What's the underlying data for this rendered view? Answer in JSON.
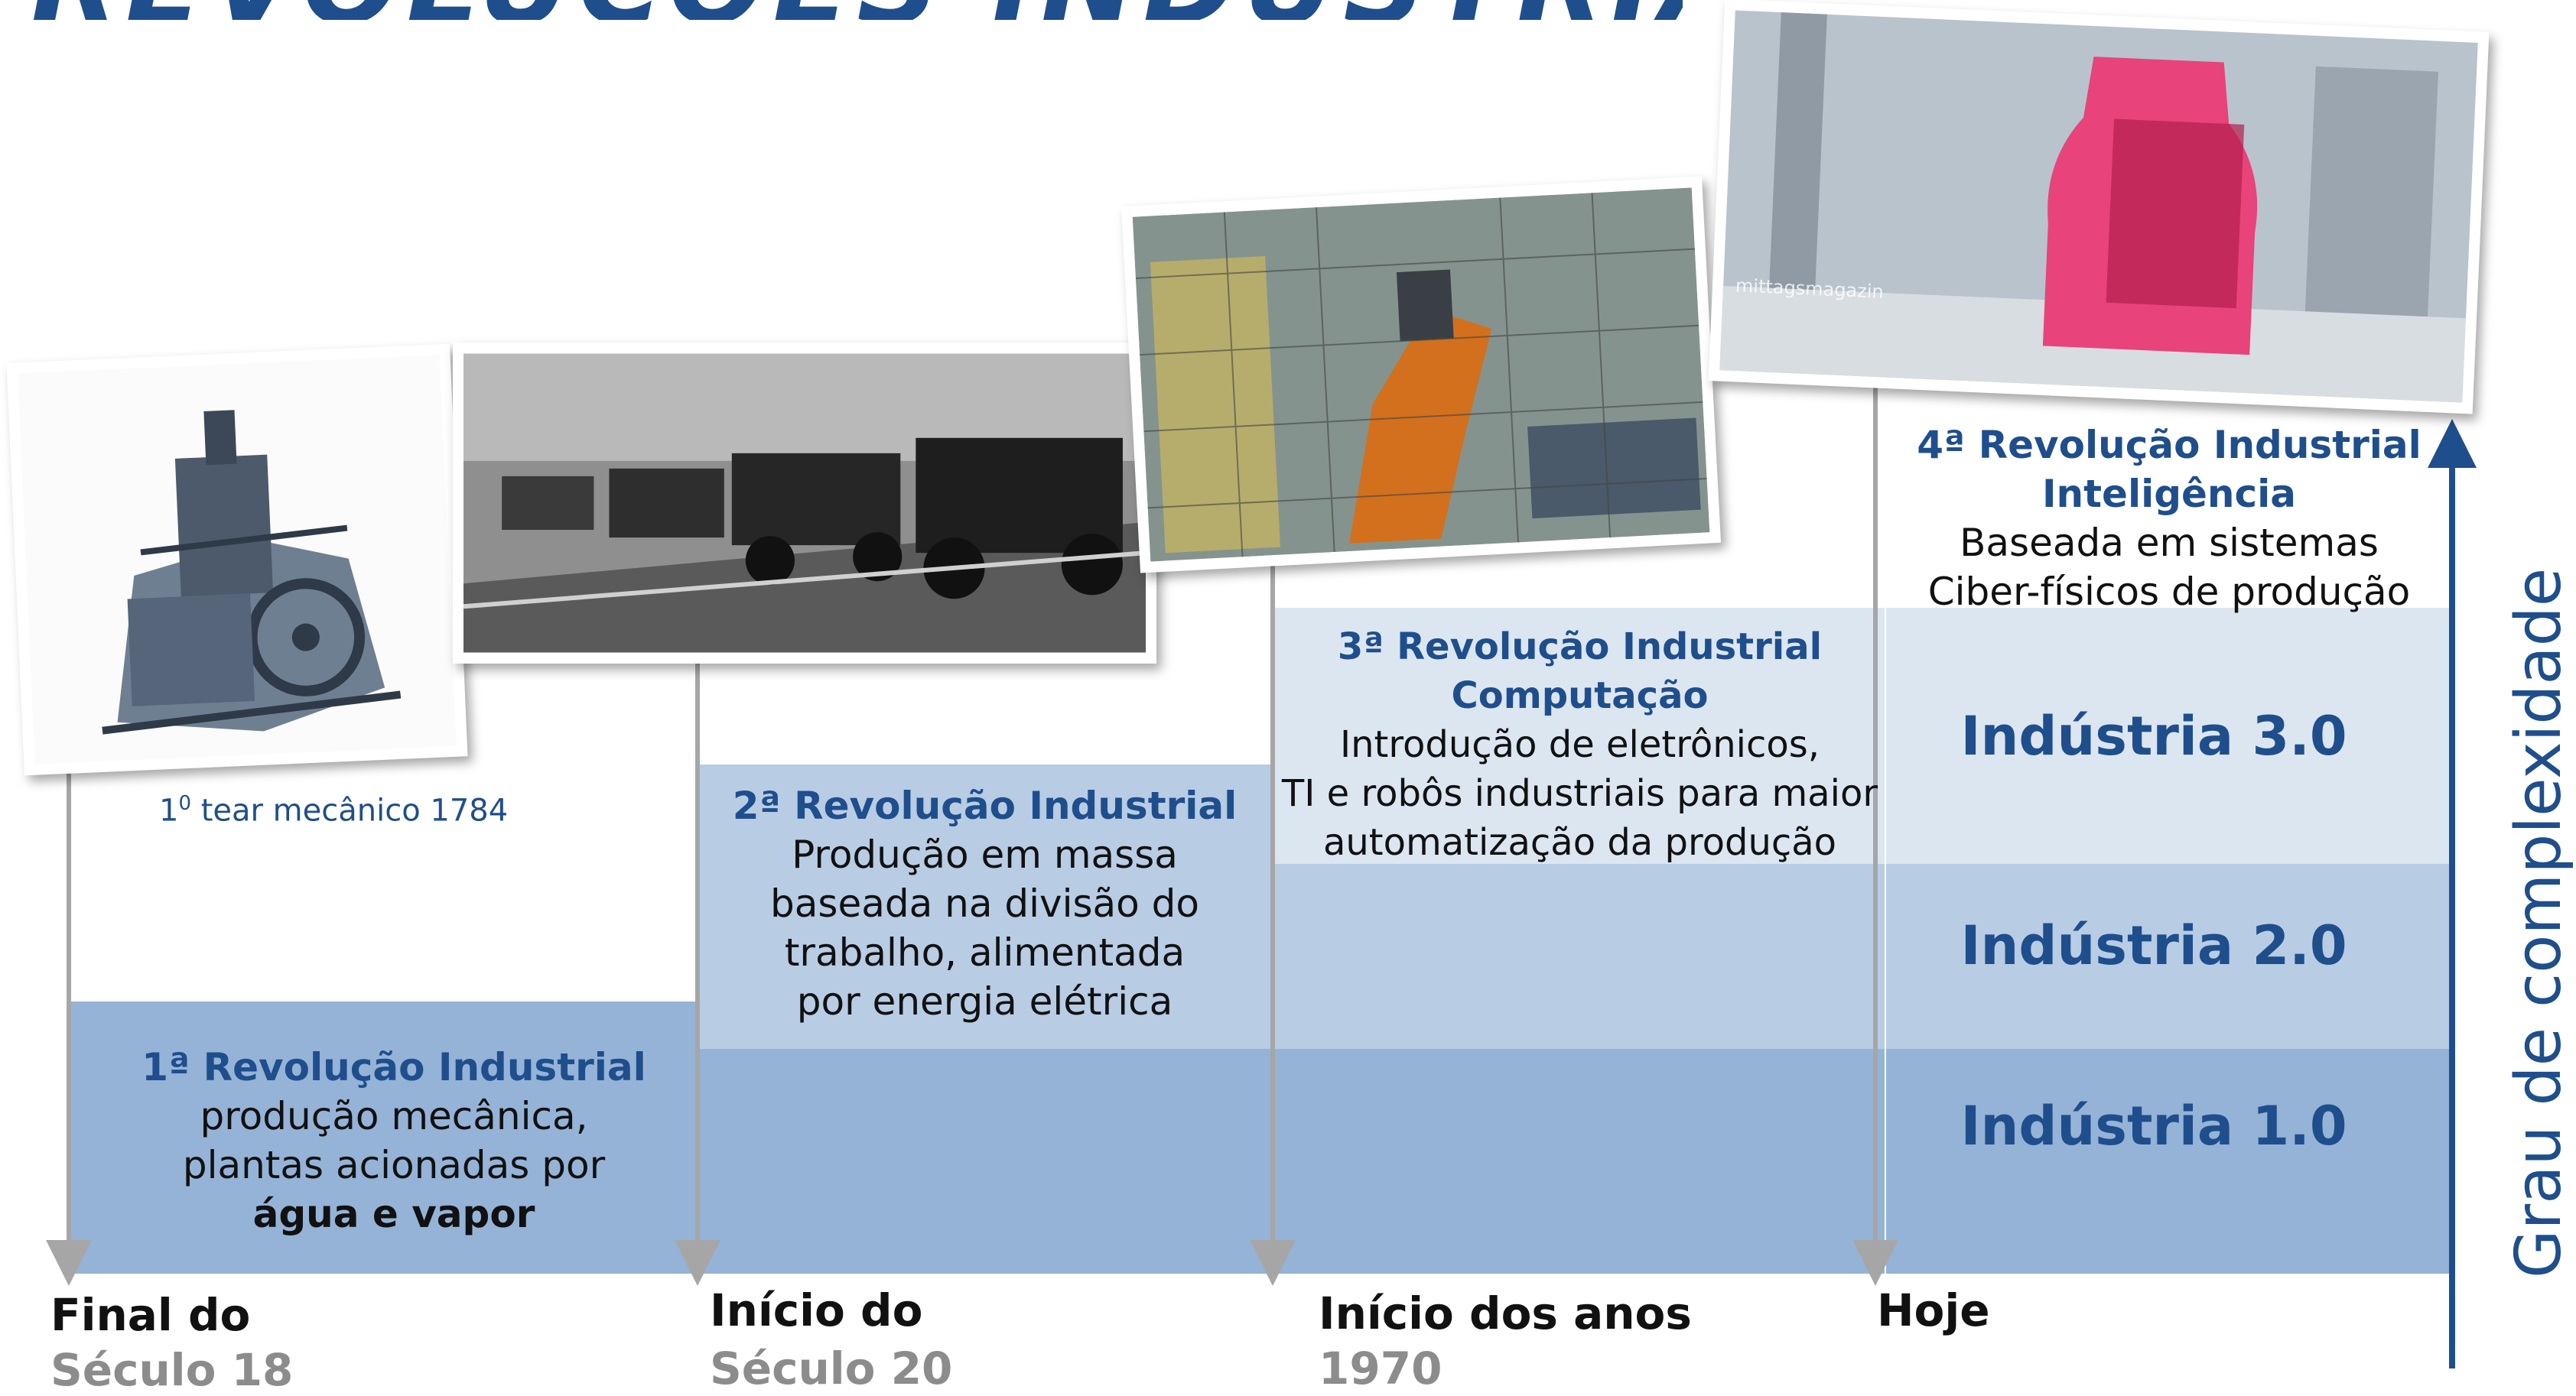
{
  "title": "REVOLUÇÕES INDUSTRIAIS",
  "colors": {
    "dark_blue": "#1f4e8c",
    "band_level1": "#95b3d7",
    "band_level2": "#b8cce4",
    "band_level3": "#dce6f1",
    "arrow_gray": "#a6a6a6",
    "date_gray": "#8c8c8c"
  },
  "photo1_caption": "tear mecânico 1784",
  "photo1_caption_prefix": "1",
  "photo1_caption_sup": "0",
  "photo4_watermark": "mittagsmagazin",
  "rev1": {
    "heading": "1ª Revolução Industrial",
    "line1": "produção mecânica,",
    "line2": "plantas acionadas por",
    "line3": "água e vapor"
  },
  "rev2": {
    "heading": "2ª Revolução Industrial",
    "line1": "Produção em massa",
    "line2": "baseada na divisão do",
    "line3": "trabalho, alimentada",
    "line4": "por energia elétrica"
  },
  "rev3": {
    "heading1": "3ª Revolução Industrial",
    "heading2": "Computação",
    "line1": "Introdução de eletrônicos,",
    "line2": "TI e robôs industriais para maior",
    "line3": "automatização da produção"
  },
  "rev4": {
    "heading1": "4ª Revolução Industrial",
    "heading2": "Inteligência",
    "line1": "Baseada em sistemas",
    "line2": "Ciber-físicos de produção"
  },
  "levels": {
    "l3": "Indústria 3.0",
    "l2": "Indústria 2.0",
    "l1": "Indústria 1.0"
  },
  "timeline": [
    {
      "line1": "Final do",
      "line2": "Século 18"
    },
    {
      "line1": "Início do",
      "line2": "Século 20"
    },
    {
      "line1": "Início dos anos",
      "line2": "1970"
    },
    {
      "line1": "Hoje",
      "line2": ""
    }
  ],
  "axis_label": "Grau de complexidade"
}
